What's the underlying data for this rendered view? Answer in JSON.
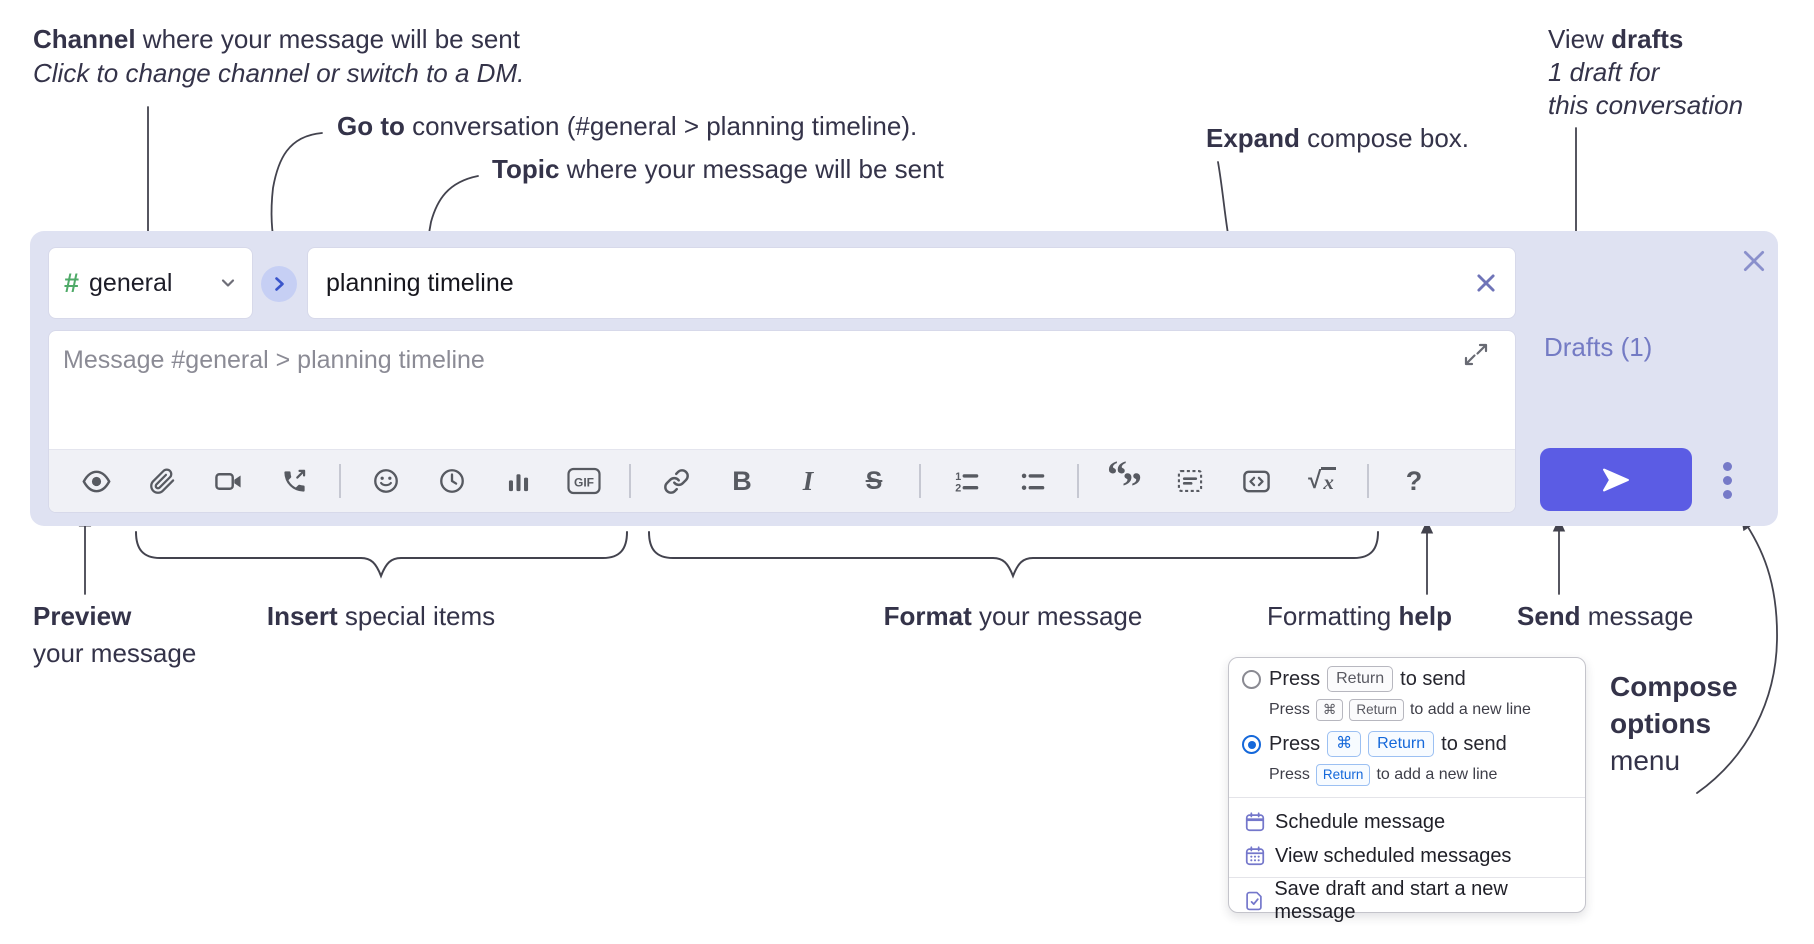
{
  "colors": {
    "accent_blue": "#5b5ce4",
    "panel_lavender": "#dfe2f2",
    "drafts_purple": "#747bc4",
    "radio_blue": "#1568da",
    "channel_green": "#4faa68",
    "menu_icon_purple": "#7477cb"
  },
  "callouts": {
    "channel": {
      "bold": "Channel",
      "rest": " where your message will be sent",
      "sub_italic": "Click to change channel or switch to a DM."
    },
    "go_to": {
      "bold": "Go to",
      "rest": " conversation (#general > planning timeline)."
    },
    "topic": {
      "bold": "Topic",
      "rest": " where your message will be sent"
    },
    "expand": {
      "bold": "Expand",
      "rest": " compose box."
    },
    "view_drafts": {
      "pre": "View ",
      "bold": "drafts",
      "line2_italic": "1 draft for",
      "line3_italic": "this conversation"
    },
    "preview": {
      "bold": "Preview",
      "line2": "your message"
    },
    "insert": {
      "bold": "Insert",
      "rest": " special items"
    },
    "format": {
      "bold": "Format",
      "rest": " your message"
    },
    "formatting_help": {
      "pre": "Formatting ",
      "bold": "help"
    },
    "send": {
      "bold": "Send",
      "rest": " message"
    },
    "compose_options": {
      "line1_bold": "Compose",
      "line2_bold": "options",
      "line3": "menu"
    }
  },
  "composer": {
    "channel_hash": "#",
    "channel_name": "general",
    "topic_value": "planning timeline",
    "message_placeholder": "Message #general > planning timeline",
    "drafts_link": "Drafts (1)",
    "gif_label": "GIF",
    "bold_label": "B",
    "italic_label": "I",
    "strike_label": "S",
    "help_label": "?",
    "formula_radical": "√",
    "formula_x": "x",
    "toolbar_icons": [
      "preview-eye",
      "attachment-paperclip",
      "video-clip",
      "audio-call-phone",
      "emoji-smiley",
      "recent-clock",
      "poll-bar-chart",
      "gif",
      "link",
      "bold",
      "italic",
      "strikethrough",
      "ordered-list",
      "bulleted-list",
      "blockquote",
      "code-block",
      "inline-code",
      "formula",
      "formatting-help"
    ]
  },
  "menu": {
    "option_return": {
      "selected": false,
      "press": "Press",
      "key_return": "Return",
      "suffix": "to send",
      "sub_press": "Press",
      "sub_key_cmd": "⌘",
      "sub_key_return": "Return",
      "sub_suffix": "to add a new line"
    },
    "option_cmd_return": {
      "selected": true,
      "press": "Press",
      "key_cmd": "⌘",
      "key_return": "Return",
      "suffix": "to send",
      "sub_press": "Press",
      "sub_key_return": "Return",
      "sub_suffix": "to add a new line"
    },
    "items": [
      {
        "label": "Schedule message"
      },
      {
        "label": "View scheduled messages"
      },
      {
        "label": "Save draft and start a new message"
      }
    ]
  }
}
